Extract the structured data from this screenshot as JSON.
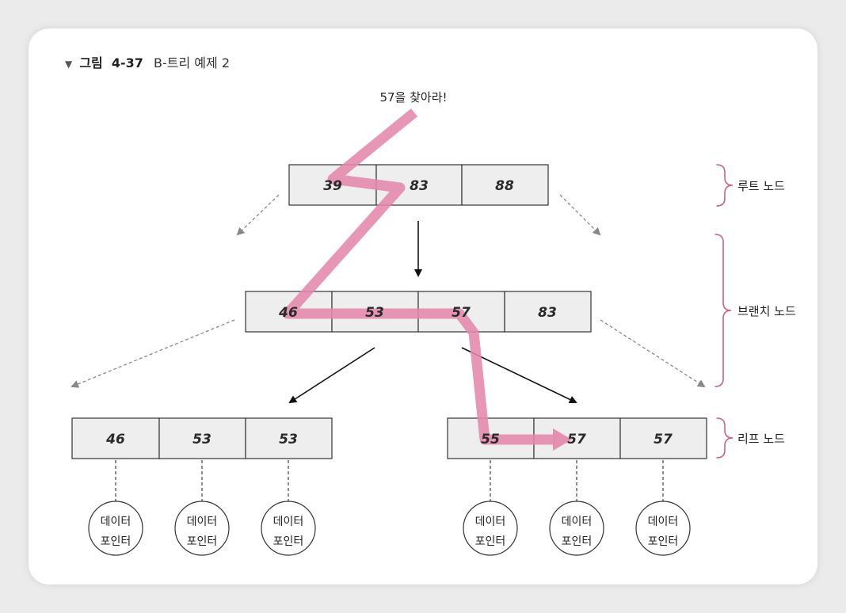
{
  "caption": {
    "marker": "▼",
    "figure_prefix": "그림",
    "figure_number": "4-37",
    "title": "B-트리 예제 2"
  },
  "search_label": "57을 찾아라!",
  "root_node": {
    "keys": [
      "39",
      "83",
      "88"
    ]
  },
  "branch_node": {
    "keys": [
      "46",
      "53",
      "57",
      "83"
    ]
  },
  "leaf_left": {
    "keys": [
      "46",
      "53",
      "53"
    ]
  },
  "leaf_right": {
    "keys": [
      "55",
      "57",
      "57"
    ]
  },
  "data_pointer": {
    "line1": "데이터",
    "line2": "포인터"
  },
  "level_labels": {
    "root": "루트 노드",
    "branch": "브랜치 노드",
    "leaf": "리프 노드"
  },
  "colors": {
    "cell_fill": "#eeeeee",
    "cell_border": "#333333",
    "highlight": "#e487ab",
    "arrow": "#111111",
    "dashed_arrow": "#888888",
    "brace": "#c7628a"
  }
}
